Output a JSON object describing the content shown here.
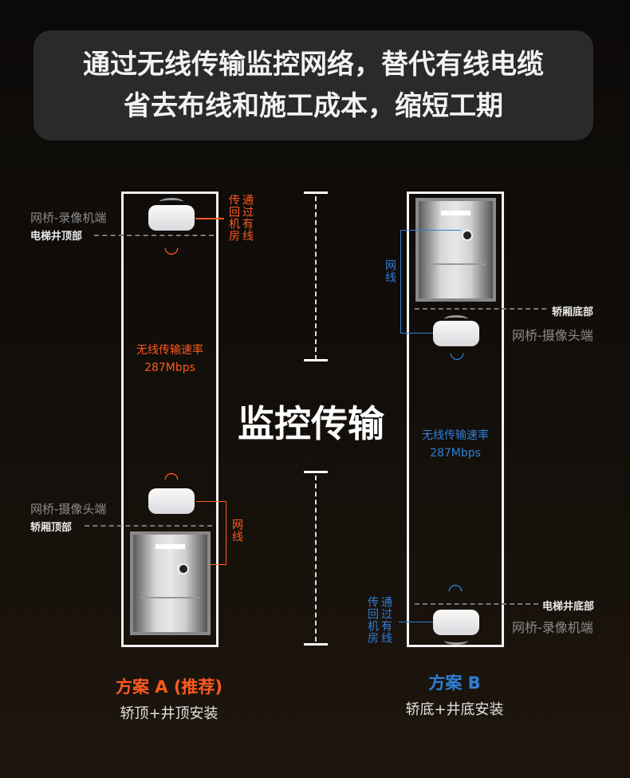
{
  "banner": {
    "line1": "通过无线传输监控网络，替代有线电缆",
    "line2": "省去布线和施工成本，缩短工期"
  },
  "center_title": "监控传输",
  "plan_a": {
    "title": "方案 A (推荐)",
    "subtitle": "轿顶+井顶安装",
    "top_device_label": "网桥-录像机端",
    "top_position_label": "电梯井顶部",
    "cable_to_room": "通过有线传回机房",
    "rate_label": "无线传输速率",
    "rate_value": "287Mbps",
    "bottom_device_label": "网桥-摄像头端",
    "bottom_position_label": "轿厢顶部",
    "cable_label": "网线",
    "accent": "#ff5a1f"
  },
  "plan_b": {
    "title": "方案 B",
    "subtitle": "轿底+井底安装",
    "cable_label": "网线",
    "car_position_label": "轿厢底部",
    "camera_device_label": "网桥-摄像头端",
    "rate_label": "无线传输速率",
    "rate_value": "287Mbps",
    "bottom_position_label": "电梯井底部",
    "bottom_device_label": "网桥-录像机端",
    "cable_to_room": "通过有线传回机房",
    "accent": "#2f7fd6"
  }
}
